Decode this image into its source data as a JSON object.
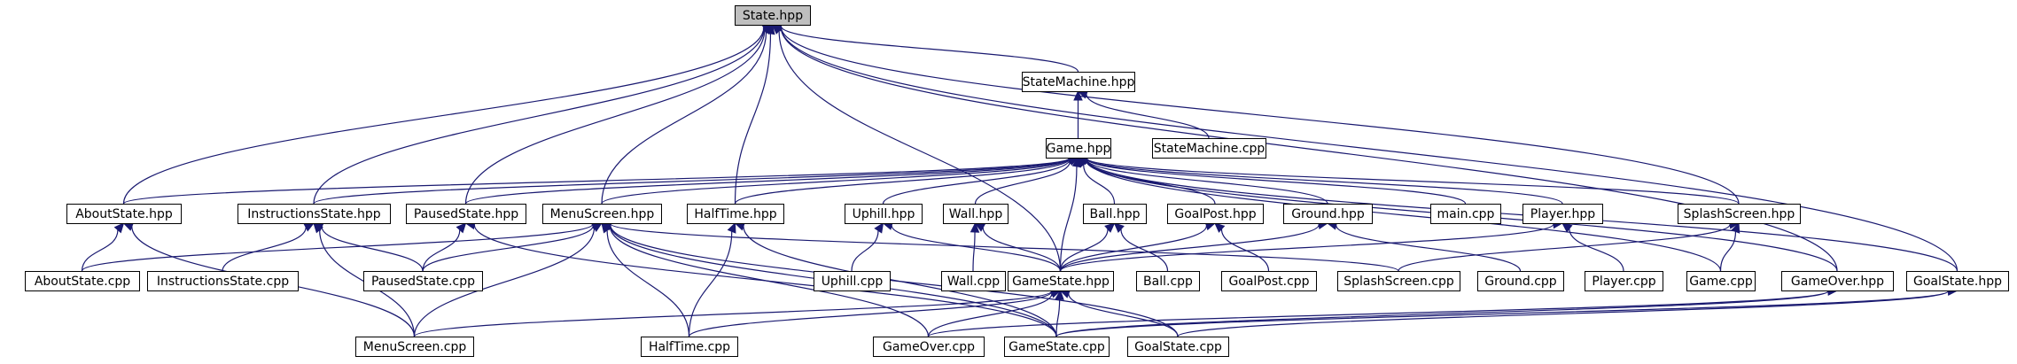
{
  "diagram": {
    "colors": {
      "edge": "#191970",
      "node_border": "#000000",
      "node_fill": "#ffffff",
      "focus_fill": "#bfbfbf",
      "background": "#ffffff"
    },
    "focus_node": "state_hpp",
    "nodes": [
      {
        "id": "state_hpp",
        "label": "State.hpp"
      },
      {
        "id": "statemachine_hpp",
        "label": "StateMachine.hpp"
      },
      {
        "id": "game_hpp",
        "label": "Game.hpp"
      },
      {
        "id": "statemachine_cpp",
        "label": "StateMachine.cpp"
      },
      {
        "id": "aboutstate_hpp",
        "label": "AboutState.hpp"
      },
      {
        "id": "instructionsstate_hpp",
        "label": "InstructionsState.hpp"
      },
      {
        "id": "pausedstate_hpp",
        "label": "PausedState.hpp"
      },
      {
        "id": "menuscreen_hpp",
        "label": "MenuScreen.hpp"
      },
      {
        "id": "halftime_hpp",
        "label": "HalfTime.hpp"
      },
      {
        "id": "uphill_hpp",
        "label": "Uphill.hpp"
      },
      {
        "id": "wall_hpp",
        "label": "Wall.hpp"
      },
      {
        "id": "ball_hpp",
        "label": "Ball.hpp"
      },
      {
        "id": "goalpost_hpp",
        "label": "GoalPost.hpp"
      },
      {
        "id": "ground_hpp",
        "label": "Ground.hpp"
      },
      {
        "id": "main_cpp",
        "label": "main.cpp"
      },
      {
        "id": "player_hpp",
        "label": "Player.hpp"
      },
      {
        "id": "splashscreen_hpp",
        "label": "SplashScreen.hpp"
      },
      {
        "id": "aboutstate_cpp",
        "label": "AboutState.cpp"
      },
      {
        "id": "instructionsstate_cpp",
        "label": "InstructionsState.cpp"
      },
      {
        "id": "pausedstate_cpp",
        "label": "PausedState.cpp"
      },
      {
        "id": "uphill_cpp",
        "label": "Uphill.cpp"
      },
      {
        "id": "wall_cpp",
        "label": "Wall.cpp"
      },
      {
        "id": "gamestate_hpp",
        "label": "GameState.hpp"
      },
      {
        "id": "ball_cpp",
        "label": "Ball.cpp"
      },
      {
        "id": "goalpost_cpp",
        "label": "GoalPost.cpp"
      },
      {
        "id": "splashscreen_cpp",
        "label": "SplashScreen.cpp"
      },
      {
        "id": "ground_cpp",
        "label": "Ground.cpp"
      },
      {
        "id": "player_cpp",
        "label": "Player.cpp"
      },
      {
        "id": "game_cpp",
        "label": "Game.cpp"
      },
      {
        "id": "gameover_hpp",
        "label": "GameOver.hpp"
      },
      {
        "id": "goalstate_hpp",
        "label": "GoalState.hpp"
      },
      {
        "id": "menuscreen_cpp",
        "label": "MenuScreen.cpp"
      },
      {
        "id": "halftime_cpp",
        "label": "HalfTime.cpp"
      },
      {
        "id": "gameover_cpp",
        "label": "GameOver.cpp"
      },
      {
        "id": "gamestate_cpp",
        "label": "GameState.cpp"
      },
      {
        "id": "goalstate_cpp",
        "label": "GoalState.cpp"
      }
    ],
    "edges": [
      [
        "statemachine_hpp",
        "state_hpp"
      ],
      [
        "aboutstate_hpp",
        "state_hpp"
      ],
      [
        "instructionsstate_hpp",
        "state_hpp"
      ],
      [
        "pausedstate_hpp",
        "state_hpp"
      ],
      [
        "menuscreen_hpp",
        "state_hpp"
      ],
      [
        "halftime_hpp",
        "state_hpp"
      ],
      [
        "gamestate_hpp",
        "state_hpp"
      ],
      [
        "splashscreen_hpp",
        "state_hpp"
      ],
      [
        "gameover_hpp",
        "state_hpp"
      ],
      [
        "goalstate_hpp",
        "state_hpp"
      ],
      [
        "game_hpp",
        "statemachine_hpp"
      ],
      [
        "statemachine_cpp",
        "statemachine_hpp"
      ],
      [
        "aboutstate_hpp",
        "game_hpp"
      ],
      [
        "instructionsstate_hpp",
        "game_hpp"
      ],
      [
        "pausedstate_hpp",
        "game_hpp"
      ],
      [
        "menuscreen_hpp",
        "game_hpp"
      ],
      [
        "halftime_hpp",
        "game_hpp"
      ],
      [
        "uphill_hpp",
        "game_hpp"
      ],
      [
        "wall_hpp",
        "game_hpp"
      ],
      [
        "ball_hpp",
        "game_hpp"
      ],
      [
        "goalpost_hpp",
        "game_hpp"
      ],
      [
        "ground_hpp",
        "game_hpp"
      ],
      [
        "main_cpp",
        "game_hpp"
      ],
      [
        "player_hpp",
        "game_hpp"
      ],
      [
        "splashscreen_hpp",
        "game_hpp"
      ],
      [
        "gamestate_hpp",
        "game_hpp"
      ],
      [
        "game_cpp",
        "game_hpp"
      ],
      [
        "gameover_hpp",
        "game_hpp"
      ],
      [
        "goalstate_hpp",
        "game_hpp"
      ],
      [
        "aboutstate_cpp",
        "aboutstate_hpp"
      ],
      [
        "menuscreen_cpp",
        "aboutstate_hpp"
      ],
      [
        "instructionsstate_cpp",
        "instructionsstate_hpp"
      ],
      [
        "pausedstate_cpp",
        "instructionsstate_hpp"
      ],
      [
        "menuscreen_cpp",
        "instructionsstate_hpp"
      ],
      [
        "pausedstate_cpp",
        "pausedstate_hpp"
      ],
      [
        "gamestate_cpp",
        "pausedstate_hpp"
      ],
      [
        "aboutstate_cpp",
        "menuscreen_hpp"
      ],
      [
        "pausedstate_cpp",
        "menuscreen_hpp"
      ],
      [
        "menuscreen_cpp",
        "menuscreen_hpp"
      ],
      [
        "halftime_cpp",
        "menuscreen_hpp"
      ],
      [
        "gameover_cpp",
        "menuscreen_hpp"
      ],
      [
        "gamestate_cpp",
        "menuscreen_hpp"
      ],
      [
        "goalstate_cpp",
        "menuscreen_hpp"
      ],
      [
        "splashscreen_cpp",
        "menuscreen_hpp"
      ],
      [
        "halftime_cpp",
        "halftime_hpp"
      ],
      [
        "gamestate_cpp",
        "halftime_hpp"
      ],
      [
        "uphill_cpp",
        "uphill_hpp"
      ],
      [
        "gamestate_hpp",
        "uphill_hpp"
      ],
      [
        "wall_cpp",
        "wall_hpp"
      ],
      [
        "gamestate_hpp",
        "wall_hpp"
      ],
      [
        "gamestate_hpp",
        "ball_hpp"
      ],
      [
        "ball_cpp",
        "ball_hpp"
      ],
      [
        "gamestate_hpp",
        "goalpost_hpp"
      ],
      [
        "goalpost_cpp",
        "goalpost_hpp"
      ],
      [
        "gamestate_hpp",
        "ground_hpp"
      ],
      [
        "ground_cpp",
        "ground_hpp"
      ],
      [
        "gamestate_hpp",
        "player_hpp"
      ],
      [
        "player_cpp",
        "player_hpp"
      ],
      [
        "splashscreen_cpp",
        "splashscreen_hpp"
      ],
      [
        "game_cpp",
        "splashscreen_hpp"
      ],
      [
        "menuscreen_cpp",
        "gamestate_hpp"
      ],
      [
        "halftime_cpp",
        "gamestate_hpp"
      ],
      [
        "gameover_cpp",
        "gamestate_hpp"
      ],
      [
        "gamestate_cpp",
        "gamestate_hpp"
      ],
      [
        "goalstate_cpp",
        "gamestate_hpp"
      ],
      [
        "gameover_cpp",
        "gameover_hpp"
      ],
      [
        "gamestate_cpp",
        "gameover_hpp"
      ],
      [
        "gamestate_cpp",
        "goalstate_hpp"
      ],
      [
        "goalstate_cpp",
        "goalstate_hpp"
      ]
    ]
  }
}
